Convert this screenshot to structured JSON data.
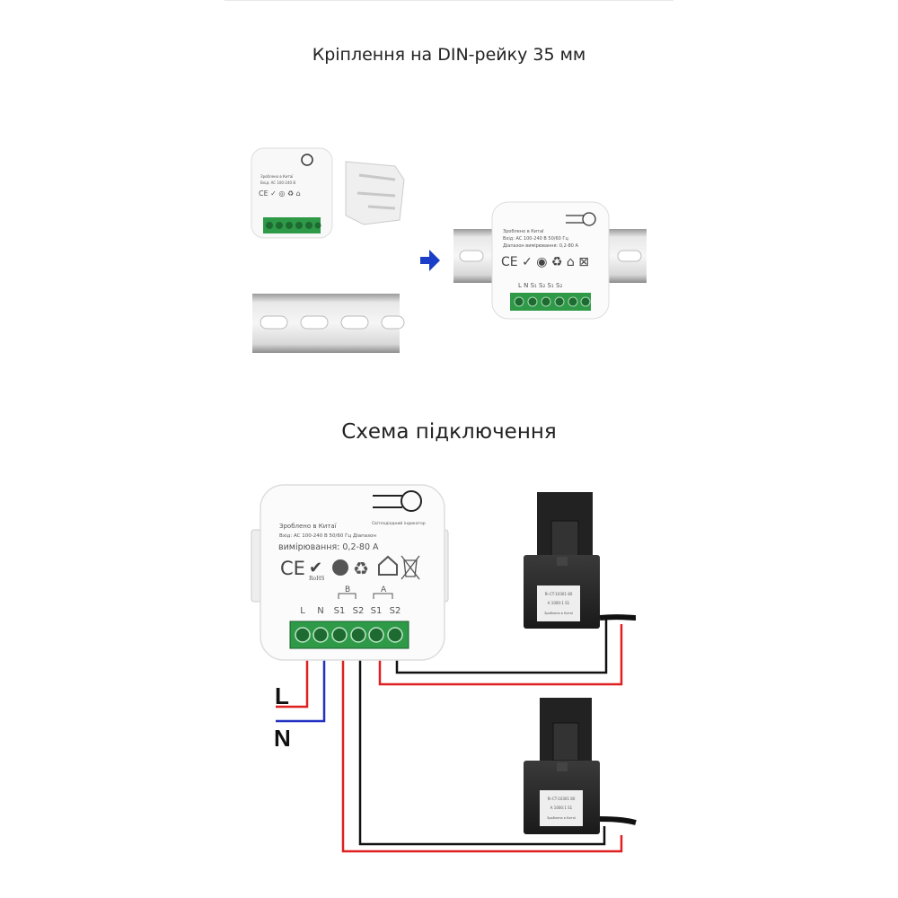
{
  "headings": {
    "mounting": "Кріплення на DIN-рейку 35 мм",
    "wiring": "Схема підключення"
  },
  "device": {
    "made_in": "Зроблено в Китаї",
    "input": "Вхід: AC 100-240 В 50/60 Гц Діапазон",
    "range": "вимірювання: 0,2-80 А",
    "indicator": "Світлодіодний індикатор",
    "small_input": "Вхід: AC 100-240 В 50/60 Гц",
    "small_range": "Діапазон вимірювання: 0,2-80 А",
    "rohs": "RoHS",
    "ce": "CE",
    "channel_b": "B",
    "channel_a": "A",
    "terminals": [
      "L",
      "N",
      "S1",
      "S2",
      "S1",
      "S2"
    ]
  },
  "ct_sensor": {
    "model": "Ri-CT-10301 80",
    "ratio": "A 1000:1 S1",
    "note": "Зроблено в Китаї"
  },
  "wiring": {
    "line_label": "L",
    "neutral_label": "N"
  },
  "colors": {
    "red": "#e02020",
    "blue": "#2030c0",
    "black": "#111111",
    "terminal": "#2e9a48",
    "arrow": "#1a3ec8"
  }
}
